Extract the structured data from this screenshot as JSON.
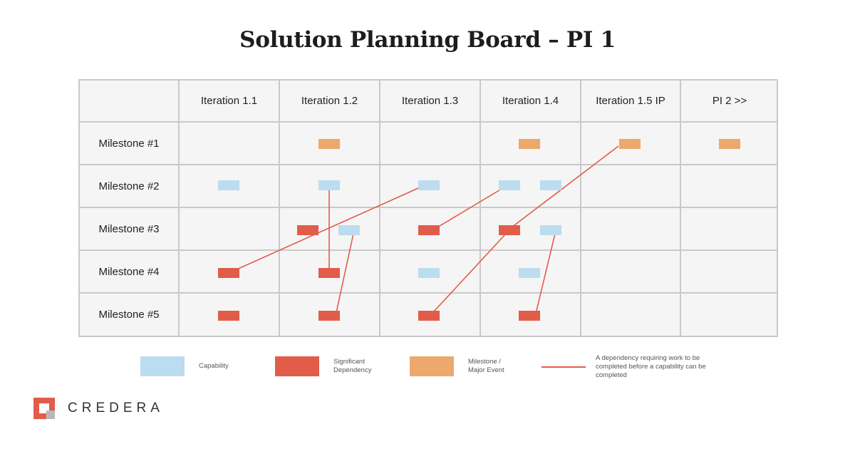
{
  "title": "Solution Planning Board – PI 1",
  "columns": [
    "Iteration 1.1",
    "Iteration 1.2",
    "Iteration 1.3",
    "Iteration 1.4",
    "Iteration 1.5 IP",
    "PI 2 >>"
  ],
  "rows": [
    "Milestone #1",
    "Milestone #2",
    "Milestone #3",
    "Milestone #4",
    "Milestone #5"
  ],
  "colors": {
    "capability": "#bcdcef",
    "dependency": "#e25c4a",
    "milestone": "#eba96b",
    "line": "#e25c4a",
    "grid": "#c9c9c9"
  },
  "legend": {
    "capability": "Capability",
    "dependency_line1": "Significant",
    "dependency_line2": "Dependency",
    "milestone_line1": "Milestone /",
    "milestone_line2": "Major Event",
    "line_desc1": "A dependency requiring work to be",
    "line_desc2": "completed before a capability can be",
    "line_desc3": "completed"
  },
  "logo": {
    "text": "CREDERA"
  }
}
